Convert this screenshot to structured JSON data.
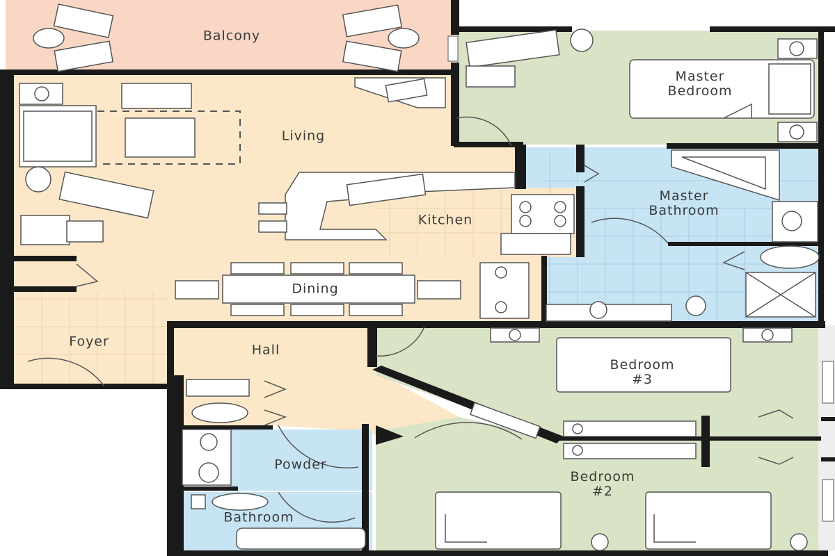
{
  "rooms": {
    "balcony": {
      "label": "Balcony",
      "fill": "#f9d7c4"
    },
    "living": {
      "label": "Living",
      "fill": "#fce8c8"
    },
    "kitchen": {
      "label": "Kitchen",
      "fill": "#fce8c8"
    },
    "dining": {
      "label": "Dining",
      "fill": "#fce8c8"
    },
    "foyer": {
      "label": "Foyer",
      "fill": "#fce8c8"
    },
    "hall": {
      "label": "Hall",
      "fill": "#fce8c8"
    },
    "master_bedroom": {
      "label": "Master\nBedroom",
      "fill": "#d9e4c6"
    },
    "master_bathroom": {
      "label": "Master\nBathroom",
      "fill": "#c6e4f3"
    },
    "bedroom3": {
      "label": "Bedroom\n#3",
      "fill": "#d9e4c6"
    },
    "bedroom2": {
      "label": "Bedroom\n#2",
      "fill": "#d9e4c6"
    },
    "powder": {
      "label": "Powder",
      "fill": "#c6e4f3"
    },
    "bathroom": {
      "label": "Bathroom",
      "fill": "#c6e4f3"
    }
  },
  "colors": {
    "wall": "#1a1a1a",
    "fixture": "#ffffff",
    "line": "#555555"
  }
}
